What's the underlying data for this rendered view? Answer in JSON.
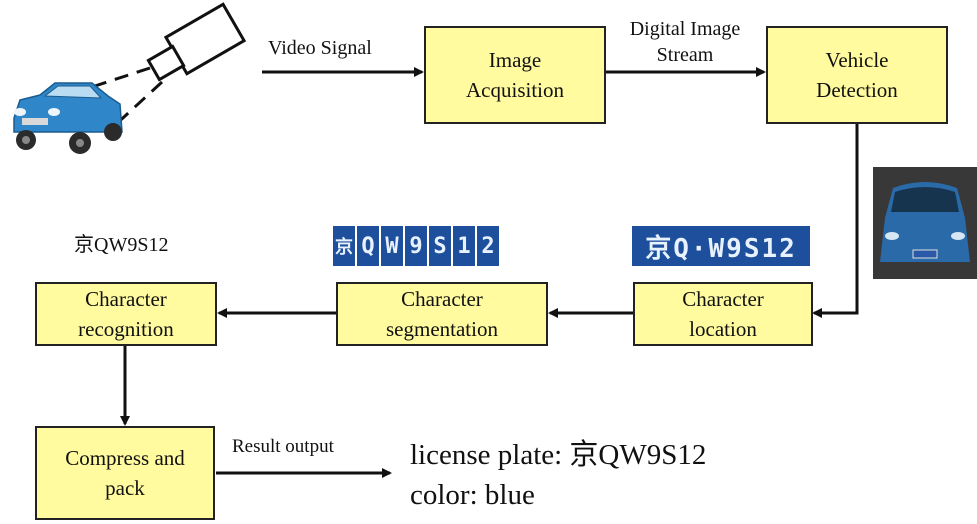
{
  "nodes": {
    "image_acquisition": [
      "Image",
      "Acquisition"
    ],
    "vehicle_detection": [
      "Vehicle",
      "Detection"
    ],
    "character_location": [
      "Character",
      "location"
    ],
    "character_segmentation": [
      "Character",
      "segmentation"
    ],
    "character_recognition": [
      "Character",
      "recognition"
    ],
    "compress_and_pack": [
      "Compress and",
      "pack"
    ]
  },
  "edges": {
    "video_signal": "Video Signal",
    "digital_stream": [
      "Digital Image",
      "Stream"
    ],
    "result_output": "Result output"
  },
  "recognized_text": "京QW9S12",
  "plate_location_text": "京Q·W9S12",
  "plate_segment_chars": [
    "京",
    "Q",
    "W",
    "9",
    "S",
    "1",
    "2"
  ],
  "result": {
    "line1": "license plate: 京QW9S12",
    "line2": "color: blue"
  },
  "colors": {
    "box_fill": "#fffb9e",
    "box_border": "#222222",
    "plate_blue": "#1d4f9c",
    "car_blue": "#2f86c8"
  },
  "icons": [
    "camera-icon",
    "car-icon",
    "car-front-photo-icon",
    "license-plate-icon"
  ]
}
